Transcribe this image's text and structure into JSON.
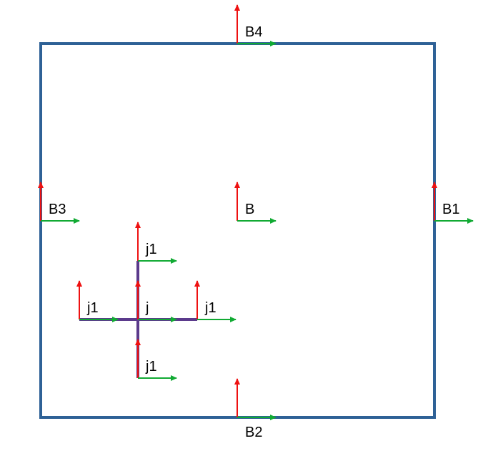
{
  "colors": {
    "domain_border": "#2e6196",
    "normal_arrow": "#ee1111",
    "tangent_arrow": "#11aa33",
    "cross_line": "#5b3a8c"
  },
  "labels": {
    "b4": "B4",
    "b3": "B3",
    "b": "B",
    "b1": "B1",
    "b2": "B2",
    "j": "j",
    "j1_top": "j1",
    "j1_left": "j1",
    "j1_right": "j1",
    "j1_bottom": "j1"
  }
}
